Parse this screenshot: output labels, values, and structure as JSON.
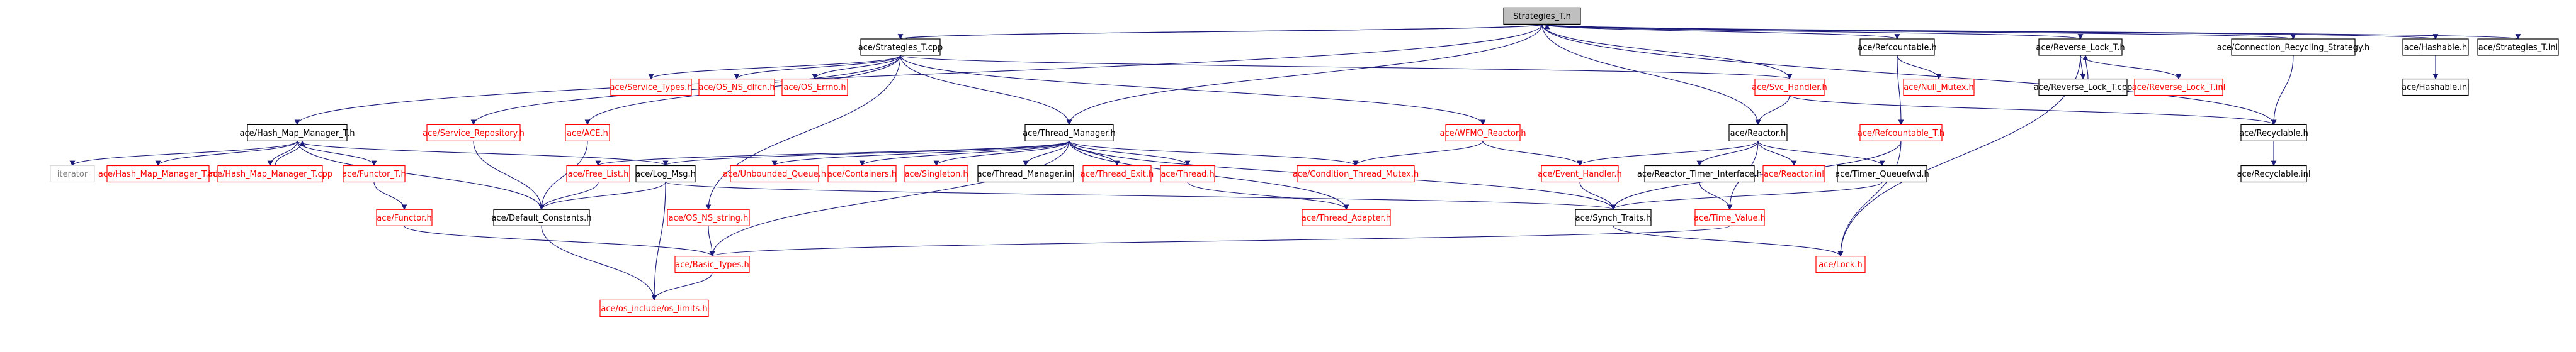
{
  "diagram": {
    "type": "include-dependency-graph",
    "colors": {
      "edge": "#1a1a7a",
      "root_fill": "#bfbfbf",
      "local_border": "#000000",
      "external_border": "#ff0000",
      "external_text": "#ff0000",
      "local_text": "#000000",
      "plain_text": "#7f7f7f"
    },
    "nodes": [
      {
        "id": "n_strategies_t_h",
        "label": "Strategies_T.h",
        "kind": "root"
      },
      {
        "id": "n_strategies_t_cpp",
        "label": "ace/Strategies_T.cpp",
        "kind": "local"
      },
      {
        "id": "n_refcountable_h",
        "label": "ace/Refcountable.h",
        "kind": "local"
      },
      {
        "id": "n_reverse_lock_t_h",
        "label": "ace/Reverse_Lock_T.h",
        "kind": "local"
      },
      {
        "id": "n_conn_recycling_h",
        "label": "ace/Connection_Recycling_Strategy.h",
        "kind": "local"
      },
      {
        "id": "n_hashable_h",
        "label": "ace/Hashable.h",
        "kind": "local"
      },
      {
        "id": "n_strategies_t_inl",
        "label": "ace/Strategies_T.inl",
        "kind": "local"
      },
      {
        "id": "n_service_types_h",
        "label": "ace/Service_Types.h",
        "kind": "external"
      },
      {
        "id": "n_os_ns_dlfcn_h",
        "label": "ace/OS_NS_dlfcn.h",
        "kind": "external"
      },
      {
        "id": "n_os_errno_h",
        "label": "ace/OS_Errno.h",
        "kind": "external"
      },
      {
        "id": "n_null_mutex_h",
        "label": "ace/Null_Mutex.h",
        "kind": "external"
      },
      {
        "id": "n_reverse_lock_t_cpp",
        "label": "ace/Reverse_Lock_T.cpp",
        "kind": "local"
      },
      {
        "id": "n_reverse_lock_t_inl",
        "label": "ace/Reverse_Lock_T.inl",
        "kind": "external"
      },
      {
        "id": "n_hashable_inl",
        "label": "ace/Hashable.inl",
        "kind": "local"
      },
      {
        "id": "n_svc_handler_h",
        "label": "ace/Svc_Handler.h",
        "kind": "external"
      },
      {
        "id": "n_wfmo_reactor_h",
        "label": "ace/WFMO_Reactor.h",
        "kind": "external"
      },
      {
        "id": "n_refcountable_t_h",
        "label": "ace/Refcountable_T.h",
        "kind": "external"
      },
      {
        "id": "n_hash_map_manager_t_h",
        "label": "ace/Hash_Map_Manager_T.h",
        "kind": "local"
      },
      {
        "id": "n_service_repository_h",
        "label": "ace/Service_Repository.h",
        "kind": "external"
      },
      {
        "id": "n_ace_h",
        "label": "ace/ACE.h",
        "kind": "external"
      },
      {
        "id": "n_thread_manager_h",
        "label": "ace/Thread_Manager.h",
        "kind": "local"
      },
      {
        "id": "n_reactor_h",
        "label": "ace/Reactor.h",
        "kind": "local"
      },
      {
        "id": "n_recyclable_h",
        "label": "ace/Recyclable.h",
        "kind": "local"
      },
      {
        "id": "n_recyclable_inl",
        "label": "ace/Recyclable.inl",
        "kind": "local"
      },
      {
        "id": "n_iterator",
        "label": "iterator",
        "kind": "plain"
      },
      {
        "id": "n_hash_map_manager_t_inl",
        "label": "ace/Hash_Map_Manager_T.inl",
        "kind": "external"
      },
      {
        "id": "n_hash_map_manager_t_cpp",
        "label": "ace/Hash_Map_Manager_T.cpp",
        "kind": "external"
      },
      {
        "id": "n_functor_t_h",
        "label": "ace/Functor_T.h",
        "kind": "external"
      },
      {
        "id": "n_free_list_h",
        "label": "ace/Free_List.h",
        "kind": "external"
      },
      {
        "id": "n_log_msg_h",
        "label": "ace/Log_Msg.h",
        "kind": "local"
      },
      {
        "id": "n_unbounded_queue_h",
        "label": "ace/Unbounded_Queue.h",
        "kind": "external"
      },
      {
        "id": "n_containers_h",
        "label": "ace/Containers.h",
        "kind": "external"
      },
      {
        "id": "n_singleton_h",
        "label": "ace/Singleton.h",
        "kind": "external"
      },
      {
        "id": "n_thread_manager_inl",
        "label": "ace/Thread_Manager.inl",
        "kind": "local"
      },
      {
        "id": "n_thread_exit_h",
        "label": "ace/Thread_Exit.h",
        "kind": "external"
      },
      {
        "id": "n_thread_h",
        "label": "ace/Thread.h",
        "kind": "external"
      },
      {
        "id": "n_condition_thread_mutex_h",
        "label": "ace/Condition_Thread_Mutex.h",
        "kind": "external"
      },
      {
        "id": "n_event_handler_h",
        "label": "ace/Event_Handler.h",
        "kind": "external"
      },
      {
        "id": "n_reactor_timer_interface_h",
        "label": "ace/Reactor_Timer_Interface.h",
        "kind": "local"
      },
      {
        "id": "n_reactor_inl",
        "label": "ace/Reactor.inl",
        "kind": "external"
      },
      {
        "id": "n_timer_queuefwd_h",
        "label": "ace/Timer_Queuefwd.h",
        "kind": "local"
      },
      {
        "id": "n_functor_h",
        "label": "ace/Functor.h",
        "kind": "external"
      },
      {
        "id": "n_default_constants_h",
        "label": "ace/Default_Constants.h",
        "kind": "local"
      },
      {
        "id": "n_os_ns_string_h",
        "label": "ace/OS_NS_string.h",
        "kind": "external"
      },
      {
        "id": "n_thread_adapter_h",
        "label": "ace/Thread_Adapter.h",
        "kind": "external"
      },
      {
        "id": "n_synch_traits_h",
        "label": "ace/Synch_Traits.h",
        "kind": "local"
      },
      {
        "id": "n_time_value_h",
        "label": "ace/Time_Value.h",
        "kind": "external"
      },
      {
        "id": "n_basic_types_h",
        "label": "ace/Basic_Types.h",
        "kind": "external"
      },
      {
        "id": "n_lock_h",
        "label": "ace/Lock.h",
        "kind": "external"
      },
      {
        "id": "n_os_include_limits_h",
        "label": "ace/os_include/os_limits.h",
        "kind": "external"
      }
    ],
    "edges": [
      [
        "n_strategies_t_h",
        "n_strategies_t_cpp"
      ],
      [
        "n_strategies_t_h",
        "n_refcountable_h"
      ],
      [
        "n_strategies_t_h",
        "n_reverse_lock_t_h"
      ],
      [
        "n_strategies_t_h",
        "n_conn_recycling_h"
      ],
      [
        "n_strategies_t_h",
        "n_hashable_h"
      ],
      [
        "n_strategies_t_h",
        "n_strategies_t_inl"
      ],
      [
        "n_strategies_t_h",
        "n_hash_map_manager_t_h"
      ],
      [
        "n_strategies_t_h",
        "n_thread_manager_h"
      ],
      [
        "n_strategies_t_h",
        "n_reactor_h"
      ],
      [
        "n_strategies_t_h",
        "n_recyclable_h"
      ],
      [
        "n_strategies_t_h",
        "n_svc_handler_h"
      ],
      [
        "n_strategies_t_cpp",
        "n_strategies_t_h"
      ],
      [
        "n_strategies_t_cpp",
        "n_service_types_h"
      ],
      [
        "n_strategies_t_cpp",
        "n_os_ns_dlfcn_h"
      ],
      [
        "n_strategies_t_cpp",
        "n_os_errno_h"
      ],
      [
        "n_strategies_t_cpp",
        "n_svc_handler_h"
      ],
      [
        "n_strategies_t_cpp",
        "n_wfmo_reactor_h"
      ],
      [
        "n_strategies_t_cpp",
        "n_service_repository_h"
      ],
      [
        "n_strategies_t_cpp",
        "n_ace_h"
      ],
      [
        "n_strategies_t_cpp",
        "n_thread_manager_h"
      ],
      [
        "n_strategies_t_cpp",
        "n_os_ns_string_h"
      ],
      [
        "n_refcountable_h",
        "n_null_mutex_h"
      ],
      [
        "n_refcountable_h",
        "n_refcountable_t_h"
      ],
      [
        "n_reverse_lock_t_h",
        "n_reverse_lock_t_cpp"
      ],
      [
        "n_reverse_lock_t_h",
        "n_reverse_lock_t_inl"
      ],
      [
        "n_reverse_lock_t_h",
        "n_lock_h"
      ],
      [
        "n_reverse_lock_t_cpp",
        "n_reverse_lock_t_h"
      ],
      [
        "n_conn_recycling_h",
        "n_recyclable_h"
      ],
      [
        "n_hashable_h",
        "n_hashable_inl"
      ],
      [
        "n_svc_handler_h",
        "n_reactor_h"
      ],
      [
        "n_svc_handler_h",
        "n_recyclable_h"
      ],
      [
        "n_wfmo_reactor_h",
        "n_condition_thread_mutex_h"
      ],
      [
        "n_wfmo_reactor_h",
        "n_event_handler_h"
      ],
      [
        "n_refcountable_t_h",
        "n_synch_traits_h"
      ],
      [
        "n_hash_map_manager_t_h",
        "n_iterator"
      ],
      [
        "n_hash_map_manager_t_h",
        "n_hash_map_manager_t_inl"
      ],
      [
        "n_hash_map_manager_t_h",
        "n_hash_map_manager_t_cpp"
      ],
      [
        "n_hash_map_manager_t_h",
        "n_functor_t_h"
      ],
      [
        "n_hash_map_manager_t_h",
        "n_log_msg_h"
      ],
      [
        "n_hash_map_manager_t_h",
        "n_default_constants_h"
      ],
      [
        "n_hash_map_manager_t_cpp",
        "n_hash_map_manager_t_h"
      ],
      [
        "n_service_repository_h",
        "n_default_constants_h"
      ],
      [
        "n_ace_h",
        "n_default_constants_h"
      ],
      [
        "n_thread_manager_h",
        "n_free_list_h"
      ],
      [
        "n_thread_manager_h",
        "n_log_msg_h"
      ],
      [
        "n_thread_manager_h",
        "n_unbounded_queue_h"
      ],
      [
        "n_thread_manager_h",
        "n_containers_h"
      ],
      [
        "n_thread_manager_h",
        "n_singleton_h"
      ],
      [
        "n_thread_manager_h",
        "n_thread_manager_inl"
      ],
      [
        "n_thread_manager_h",
        "n_thread_exit_h"
      ],
      [
        "n_thread_manager_h",
        "n_thread_h"
      ],
      [
        "n_thread_manager_h",
        "n_condition_thread_mutex_h"
      ],
      [
        "n_thread_manager_h",
        "n_thread_adapter_h"
      ],
      [
        "n_thread_manager_h",
        "n_synch_traits_h"
      ],
      [
        "n_thread_manager_h",
        "n_basic_types_h"
      ],
      [
        "n_reactor_h",
        "n_event_handler_h"
      ],
      [
        "n_reactor_h",
        "n_reactor_timer_interface_h"
      ],
      [
        "n_reactor_h",
        "n_reactor_inl"
      ],
      [
        "n_reactor_h",
        "n_timer_queuefwd_h"
      ],
      [
        "n_reactor_h",
        "n_time_value_h"
      ],
      [
        "n_recyclable_h",
        "n_recyclable_inl"
      ],
      [
        "n_functor_t_h",
        "n_functor_h"
      ],
      [
        "n_functor_h",
        "n_basic_types_h"
      ],
      [
        "n_log_msg_h",
        "n_default_constants_h"
      ],
      [
        "n_log_msg_h",
        "n_synch_traits_h"
      ],
      [
        "n_log_msg_h",
        "n_os_include_limits_h"
      ],
      [
        "n_free_list_h",
        "n_default_constants_h"
      ],
      [
        "n_thread_h",
        "n_thread_adapter_h"
      ],
      [
        "n_event_handler_h",
        "n_synch_traits_h"
      ],
      [
        "n_reactor_timer_interface_h",
        "n_time_value_h"
      ],
      [
        "n_timer_queuefwd_h",
        "n_synch_traits_h"
      ],
      [
        "n_default_constants_h",
        "n_os_include_limits_h"
      ],
      [
        "n_os_ns_string_h",
        "n_basic_types_h"
      ],
      [
        "n_time_value_h",
        "n_basic_types_h"
      ],
      [
        "n_basic_types_h",
        "n_os_include_limits_h"
      ],
      [
        "n_synch_traits_h",
        "n_lock_h"
      ],
      [
        "n_refcountable_t_h",
        "n_lock_h"
      ]
    ]
  }
}
